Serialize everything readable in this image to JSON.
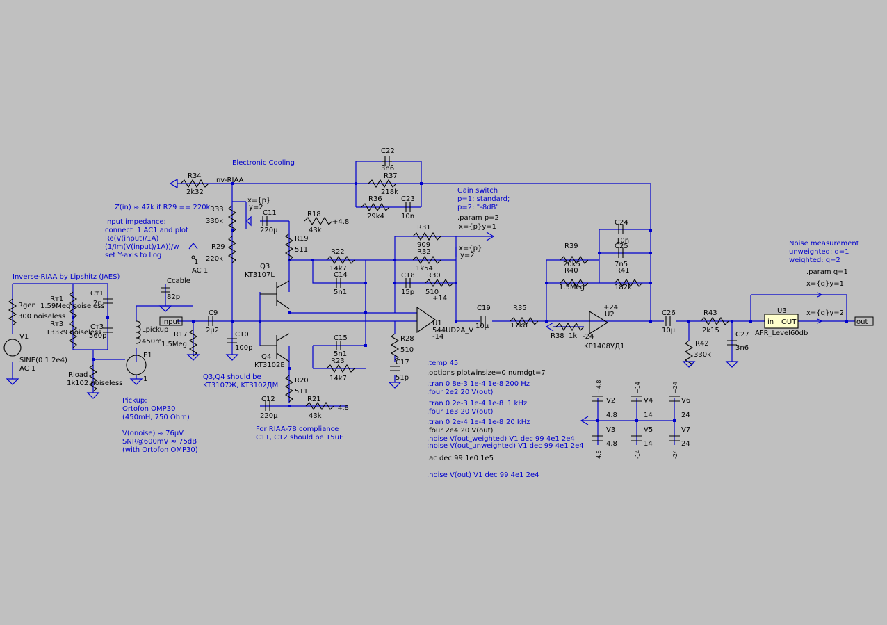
{
  "comments": {
    "inverse_riaa": "Inverse-RIAA by Lipshitz (JAES)",
    "electronic_cooling": "Electronic Cooling",
    "zin": "Z(in) ≈ 47k if R29 == 220k",
    "input_impedance": [
      "Input impedance:",
      "connect I1 AC1 and plot",
      "Re(V(input)/1A)",
      "(1/Im(V(input)/1A))/w",
      "set Y-axis to Log"
    ],
    "gain_switch": [
      "Gain switch",
      "p=1:  standard;",
      "p=2: \"-8dB\""
    ],
    "noise_measurement": [
      "Noise measurement",
      "unweighted: q=1",
      "weighted: q=2"
    ],
    "pickup": [
      "Pickup:",
      "Ortofon OMP30",
      "(450mH, 750 Ohm)"
    ],
    "noise": [
      "V(onoise) ≈ 76μV",
      "SNR@600mV ≈ 75dB",
      "(with Ortofon OMP30)"
    ],
    "q34": [
      "Q3,Q4 should be",
      "KT3107Ж, KT3102ДМ"
    ],
    "riaa78": [
      "For RIAA-78 compliance",
      "C11, C12 should be 15uF"
    ]
  },
  "directives": {
    "param_p": ".param p=2",
    "param_q": ".param q=1",
    "temp": ".temp 45",
    "options": ".options plotwinsize=0 numdgt=7",
    "tran1": ".tran 0 8e-3 1e-4 1e-8",
    "tran1_tag": "200 Hz",
    "four1": ".four 2e2 20 V(out)",
    "tran2": ".tran 0 2e-3 1e-4 1e-8",
    "tran2_tag": "1 kHz",
    "four2": ".four 1e3 20 V(out)",
    "tran3": ".tran 0 2e-4 1e-4 1e-8",
    "tran3_tag": "20 kHz",
    "four3": ".four 2e4 20 V(out)",
    "noise_w": ".noise V(out_weighted) V1 dec 99 4e1 2e4",
    "noise_u": ";noise V(out_unweighted) V1 dec 99 4e1 2e4",
    "ac": ".ac dec 99 1e0 1e5",
    "noise_out": ".noise V(out) V1 dec 99 4e1 2e4"
  },
  "labels": {
    "inv_riaa": "Inv-RIAA",
    "input": "input",
    "out": "out",
    "xp": "x={p}",
    "y2": "y=2",
    "xp_y1": "x={p}y=1",
    "xq_y1": "x={q}y=1",
    "xq_y2": "x={q}y=2",
    "plus48": "+4.8",
    "v48": "4.8",
    "plus14": "+14",
    "minus14": "-14",
    "plus24": "+24",
    "minus24": "-24",
    "in": "in",
    "OUT": "OUT",
    "one": "1"
  },
  "components": {
    "R34": [
      "R34",
      "2k32"
    ],
    "R33": [
      "R33",
      "330k"
    ],
    "R29": [
      "R29",
      "220k"
    ],
    "C11": [
      "C11",
      "220μ"
    ],
    "R18": [
      "R18",
      "43k"
    ],
    "R19": [
      "R19",
      "511"
    ],
    "R22": [
      "R22",
      "14k7"
    ],
    "C14": [
      "C14",
      "5n1"
    ],
    "C15": [
      "C15",
      "5n1"
    ],
    "R23": [
      "R23",
      "14k7"
    ],
    "R20": [
      "R20",
      "511"
    ],
    "C12": [
      "C12",
      "220μ"
    ],
    "R21": [
      "R21",
      "43k"
    ],
    "Q3": [
      "Q3",
      "KT3107L"
    ],
    "Q4": [
      "Q4",
      "KT3102E"
    ],
    "C22": [
      "C22",
      "3n6"
    ],
    "R37": [
      "R37",
      "218k"
    ],
    "R36": [
      "R36",
      "29k4"
    ],
    "C23": [
      "C23",
      "10n"
    ],
    "R31": [
      "R31",
      "909"
    ],
    "R32": [
      "R32",
      "1k54"
    ],
    "C18": [
      "C18",
      "15p"
    ],
    "R30": [
      "R30",
      "510"
    ],
    "R28": [
      "R28",
      "510"
    ],
    "C17": [
      "C17",
      "51p"
    ],
    "U1": [
      "U1",
      "544UD2A_V"
    ],
    "C19": [
      "C19",
      "10μ"
    ],
    "R35": [
      "R35",
      "17k8"
    ],
    "R39": [
      "R39",
      "20k5"
    ],
    "R40": [
      "R40",
      "1.5Meg"
    ],
    "C24": [
      "C24",
      "10n"
    ],
    "C25": [
      "C25",
      "7n5"
    ],
    "R41": [
      "R41",
      "182k"
    ],
    "U2": [
      "U2",
      "KP1408УД1"
    ],
    "R38": [
      "R38",
      "1k"
    ],
    "C26": [
      "C26",
      "10μ"
    ],
    "R43": [
      "R43",
      "2k15"
    ],
    "R42": [
      "R42",
      "330k"
    ],
    "C27": [
      "C27",
      "3n6"
    ],
    "U3": [
      "U3",
      "AFR_Level60db"
    ],
    "Ccable": [
      "Ccable",
      "82p"
    ],
    "I1": [
      "I1",
      "AC 1"
    ],
    "C9": [
      "C9",
      "2μ2"
    ],
    "C10": [
      "C10",
      "100p"
    ],
    "R17": [
      "R17",
      "1.5Meg"
    ],
    "Lpickup": [
      "Lpickup",
      "450m"
    ],
    "E1": [
      "E1"
    ],
    "Rload": [
      "Rload",
      "1k102 noiseless"
    ],
    "Rgen": [
      "Rgen",
      "300 noiseless"
    ],
    "Rt1": [
      "Rт1",
      "1.59Meg noiseless"
    ],
    "Rt3": [
      "Rт3",
      "133k9 noiseless"
    ],
    "Ct1": [
      "Cт1",
      "2n"
    ],
    "Ct3": [
      "Cт3",
      "560p"
    ],
    "V1": [
      "V1",
      "SINE(0 1 2e4)",
      "AC 1"
    ],
    "V2": [
      "V2",
      "4.8"
    ],
    "V3": [
      "V3",
      "4.8"
    ],
    "V4": [
      "V4",
      "14"
    ],
    "V5": [
      "V5",
      "14"
    ],
    "V6": [
      "V6",
      "24"
    ],
    "V7": [
      "V7",
      "24"
    ]
  }
}
